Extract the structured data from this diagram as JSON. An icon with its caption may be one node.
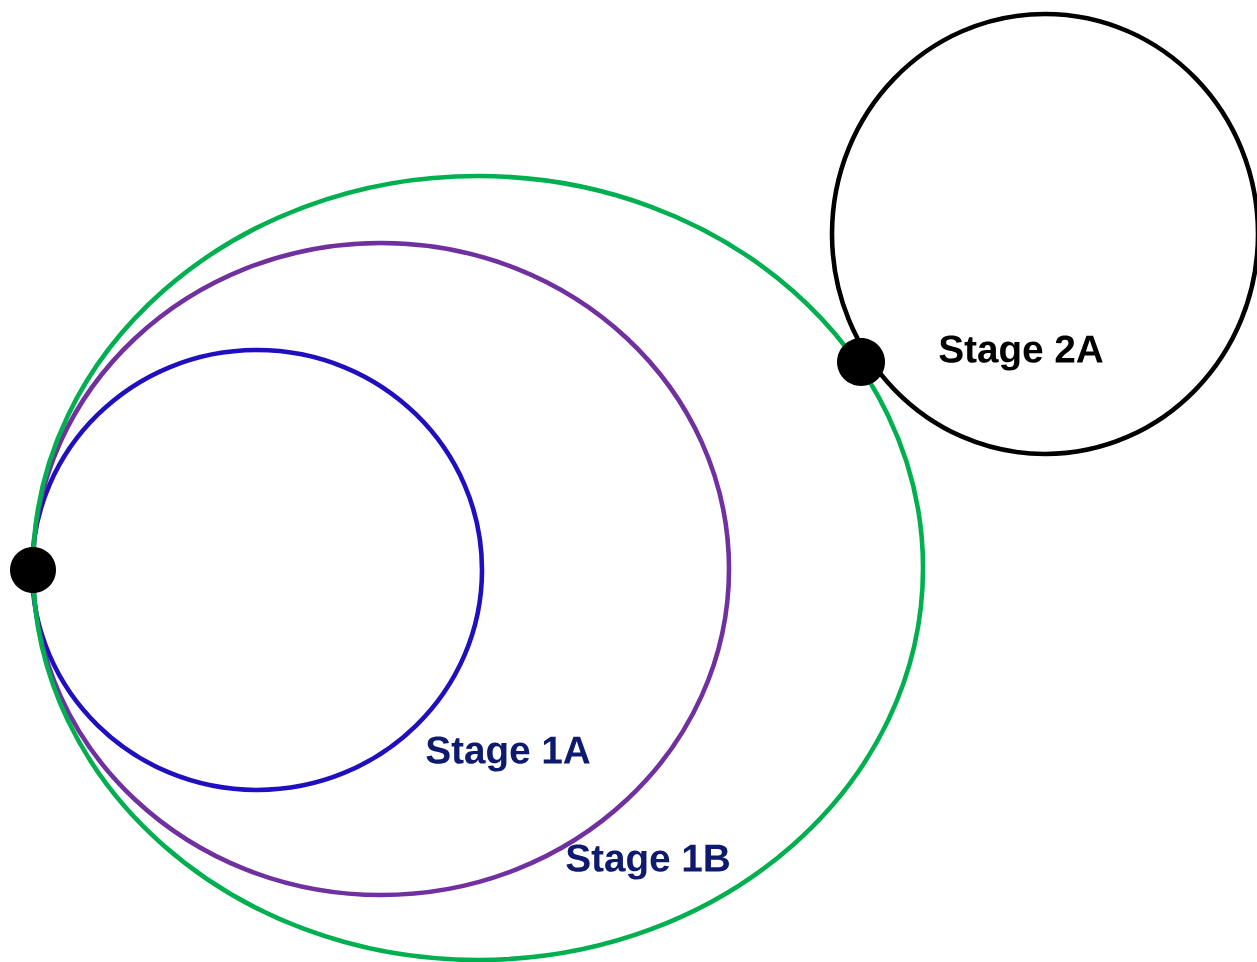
{
  "diagram": {
    "labels": [
      "Stage 2A",
      "Stage 1A",
      "Stage 1B"
    ]
  }
}
